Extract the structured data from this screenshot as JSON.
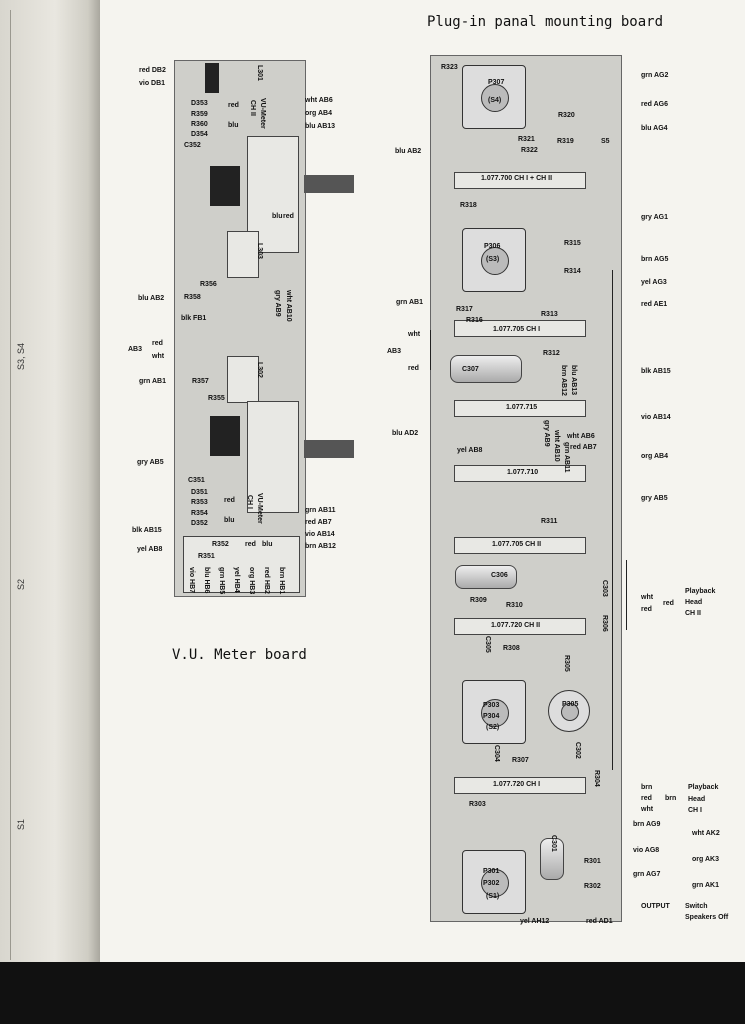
{
  "page_title": "Plug-in panal mounting board",
  "vu_board_title": "V.U. Meter board",
  "spine_labels": [
    "S3, S4",
    "S2",
    "S1"
  ],
  "vu_board": {
    "left_labels": [
      "red DB2",
      "vio DB1",
      "blu AB2",
      "blk FB1",
      "AB3",
      "red",
      "wht",
      "grn AB1",
      "gry AB5",
      "blk AB15",
      "yel AB8"
    ],
    "right_labels": [
      "wht AB6",
      "org AB4",
      "blu AB13",
      "grn AB11",
      "red AB7",
      "vio AB14",
      "brn AB12"
    ],
    "components": [
      "L301",
      "D353",
      "R359",
      "R360",
      "D354",
      "C352",
      "VU-Meter",
      "CH II",
      "L303",
      "R356",
      "R358",
      "L302",
      "R357",
      "R355",
      "C351",
      "D351",
      "R353",
      "R354",
      "D352",
      "VU-Meter",
      "CH I",
      "R352",
      "R351"
    ],
    "inner_labels": [
      "red",
      "blu",
      "red",
      "blu",
      "red",
      "blu",
      "red",
      "blu",
      "wht AB10",
      "gry AB9"
    ],
    "bottom_labels": [
      "vio HB7",
      "blu HB6",
      "grn HB5",
      "yel HB4",
      "org HB3",
      "red HB2",
      "brn HB1"
    ]
  },
  "main_board": {
    "components": [
      "R323",
      "P307",
      "(S4)",
      "R320",
      "R321",
      "R322",
      "R319",
      "S5",
      "1.077.700 CH I + CH II",
      "R318",
      "P306",
      "(S3)",
      "R315",
      "R314",
      "R317",
      "R316",
      "R313",
      "1.077.705 CH I",
      "R312",
      "C307",
      "1.077.715",
      "1.077.710",
      "R311",
      "1.077.705 CH II",
      "C306",
      "C303",
      "R309",
      "R310",
      "1.077.720 CH II",
      "R306",
      "R308",
      "C305",
      "R305",
      "P303",
      "P304",
      "(S2)",
      "P305",
      "C304",
      "R307",
      "C302",
      "1.077.720 CH I",
      "R304",
      "R303",
      "C301",
      "R301",
      "P301",
      "P302",
      "(S1)",
      "R302"
    ],
    "right_labels": [
      "grn AG2",
      "red AG6",
      "blu AG4",
      "gry AG1",
      "brn AG5",
      "yel AG3",
      "red AE1",
      "blk AB15",
      "vio AB14",
      "org AB4",
      "gry AB5",
      "wht",
      "red",
      "brn",
      "red",
      "wht",
      "brn AG9",
      "vio AG8",
      "grn AG7"
    ],
    "left_labels": [
      "blu AB2",
      "grn AB1",
      "wht",
      "AB3",
      "red",
      "blu AD2"
    ],
    "inner_labels": [
      "wht AB6",
      "red AB7",
      "yel AB8",
      "blu AB13",
      "brn AB12",
      "gry AB9",
      "wht AB10",
      "grn AB11"
    ],
    "side_notes": [
      "Playback",
      "Head",
      "CH II",
      "Playback",
      "Head",
      "CH I",
      "red",
      "brn"
    ],
    "bottom_labels": [
      "yel AH12",
      "red AD1"
    ],
    "output_labels": [
      "wht AK2",
      "org AK3",
      "grn AK1",
      "OUTPUT",
      "Switch",
      "Speakers Off"
    ]
  }
}
